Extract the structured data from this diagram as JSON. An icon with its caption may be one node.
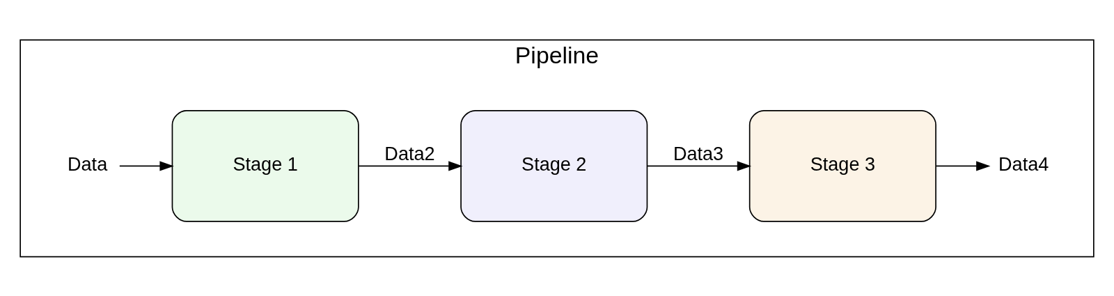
{
  "diagram": {
    "nodes": [
      {
        "text": [
          "Pipeline"
        ]
      },
      {
        "text": [
          "Data"
        ],
        "in": 0
      },
      {
        "text": [
          "Stage 1"
        ],
        "in": 0
      },
      {
        "text": [
          "Stage 2"
        ],
        "in": 0
      },
      {
        "text": [
          "Stage 3"
        ],
        "in": 0
      },
      {
        "text": [
          "Data4"
        ],
        "in": 0
      }
    ],
    "edges": [
      {
        "from": 1,
        "to": 2,
        "arrow": "to"
      },
      {
        "from": 2,
        "to": 3,
        "arrow": "to",
        "label": "Data2"
      },
      {
        "from": 3,
        "to": 4,
        "arrow": "to",
        "label": "Data3"
      },
      {
        "from": 4,
        "to": 5,
        "arrow": "to"
      }
    ]
  }
}
